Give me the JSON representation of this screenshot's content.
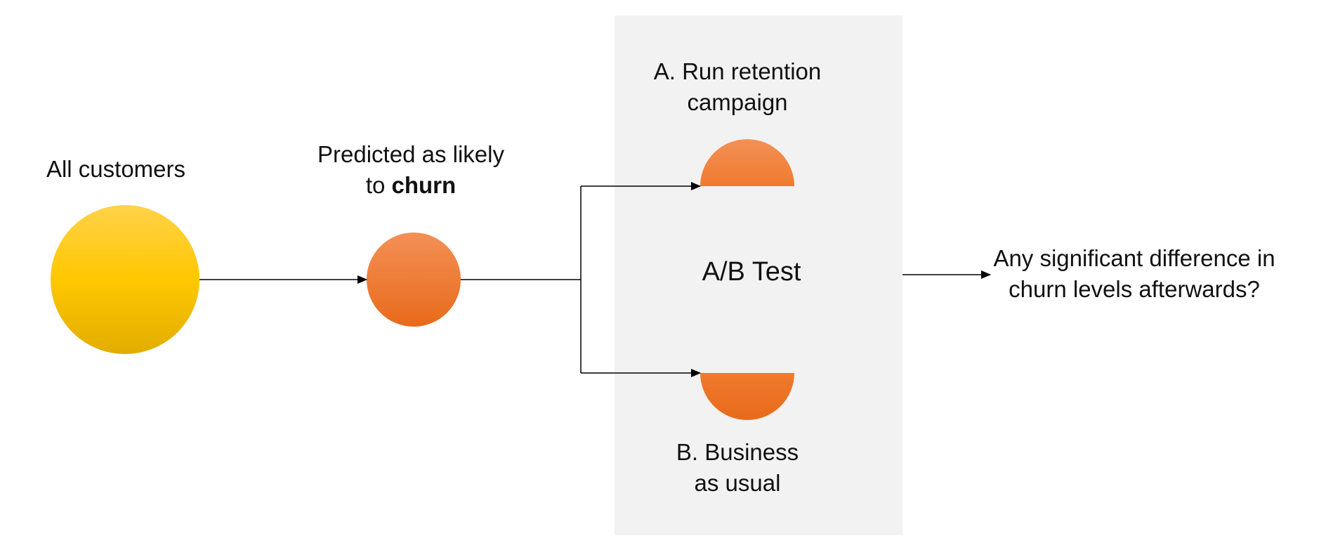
{
  "diagram": {
    "all_customers": "All customers",
    "predicted_line1": "Predicted as likely",
    "predicted_line2_prefix": "to ",
    "predicted_line2_bold": "churn",
    "option_a_line1": "A. Run retention",
    "option_a_line2": "campaign",
    "option_b_line1": "B. Business",
    "option_b_line2": "as usual",
    "ab_test": "A/B Test",
    "question_line1": "Any significant difference in",
    "question_line2": "churn levels afterwards?"
  },
  "colors": {
    "yellow_top": "#ffd24a",
    "yellow_mid": "#ffc800",
    "yellow_bottom": "#e2ad00",
    "orange_top": "#f39056",
    "orange_bottom": "#e86a1a",
    "panel": "#f2f2f2",
    "line": "#000000"
  }
}
